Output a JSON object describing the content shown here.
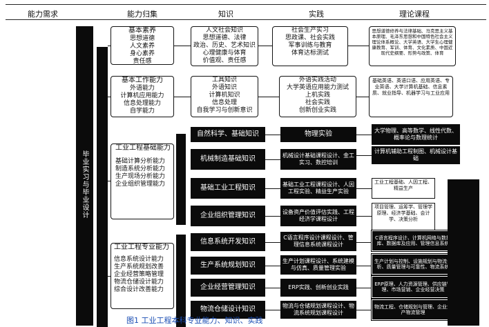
{
  "headers": [
    "能力需求",
    "能力归集",
    "知识",
    "实践",
    "理论课程"
  ],
  "vertical_label": "毕业实习与毕业设计",
  "group1": {
    "title": "基本素养",
    "items": [
      "思想道德",
      "人文素养",
      "身心素养",
      "责任感"
    ],
    "knowledge": [
      "人文社会知识",
      "思想道德、法律",
      "政治、历史、艺术知识",
      "心理健康与体育",
      "价值观、责任感"
    ],
    "practice": [
      "社会生产实习",
      "思政课、社会实践",
      "军事训练与教育",
      "体育达标测试"
    ],
    "courses": [
      "思想道德修养与法律基础、马克思主义基本原理、毛泽东思想和中国特色社会主义理论体系概论、大学英语、大学生心理健康教育、军训、体育、文化素质、中国近现代史纲要、形势与政策、体育"
    ]
  },
  "group2": {
    "title": "基本工作能力",
    "items": [
      "外语能力",
      "计算机应用能力",
      "信息处理能力",
      "自学能力"
    ],
    "knowledge": [
      "工具知识",
      "外语知识",
      "计算机知识",
      "信息处理",
      "自我学习与创新意识"
    ],
    "practice": [
      "外语实践活动",
      "大学英语应用能力测试",
      "上机实践",
      "社会实践",
      "创新创业实践"
    ],
    "courses": [
      "基础英语、英语口语、应用英语、专业英语、大学计算机基础、信息素质、就业指导、机器学习与工业应用"
    ]
  },
  "group3": {
    "title": "工业工程基础能力",
    "items": [
      "基础计算分析能力",
      "制造系统分析能力",
      "生产现场分析能力",
      "企业组织管理能力"
    ],
    "rows": [
      {
        "knowledge": "自然科学、基础知识",
        "practice": "物理实验",
        "course": "大学物理、高等数学、线性代数、概率论与数理统计"
      },
      {
        "knowledge": "机械制造基础知识",
        "practice": "机械设计基础课程设计、金工实习、数控培训",
        "course": "计算机辅助工程制图、机械设计基础"
      },
      {
        "knowledge": "基础工业工程知识",
        "practice": "基础工业工程课程设计、人因工程实验、精益生产实验",
        "course": "工业工程基础、人因工程、精益生产"
      },
      {
        "knowledge": "企业组织管理知识",
        "practice": "设备资产价值评估实践、工程经济学课程设计",
        "course": "项目管理、运筹学、管理学原理、经济学基础、会计学、决策分析"
      }
    ]
  },
  "group4": {
    "title": "工业工程专业能力",
    "items": [
      "信息系统设计能力",
      "生产系统规划改善",
      "企业经营策略管理",
      "物流仓储设计能力",
      "综合设计改善能力"
    ],
    "rows": [
      {
        "knowledge": "信息系统开发知识",
        "practice": "C语言程序设计课程设计、管理信息系统课程设计",
        "course": "C语言程序设计、计算机网络与数据库、数据库及应用、管理信息系统"
      },
      {
        "knowledge": "生产系统规划知识",
        "practice": "生产计划课程设计、系统建模与仿真、质量管理实验",
        "course": "生产计划与控制、设施规划与物流分析、质量管理与可靠性、物流系统"
      },
      {
        "knowledge": "企业经营管理知识",
        "practice": "ERP实践、创新创业实践",
        "course": "ERP原理、人力资源管理、供应链管理、市场营销、企业经营决策"
      },
      {
        "knowledge": "物流仓储设计知识",
        "practice": "物流与仓储规划课程设计、物流系统规划课程设计",
        "course": "物流工程、仓储规划与管理、企业生产物流管理"
      }
    ]
  },
  "caption": "图1 工业工程本科专业能力、知识、实践"
}
